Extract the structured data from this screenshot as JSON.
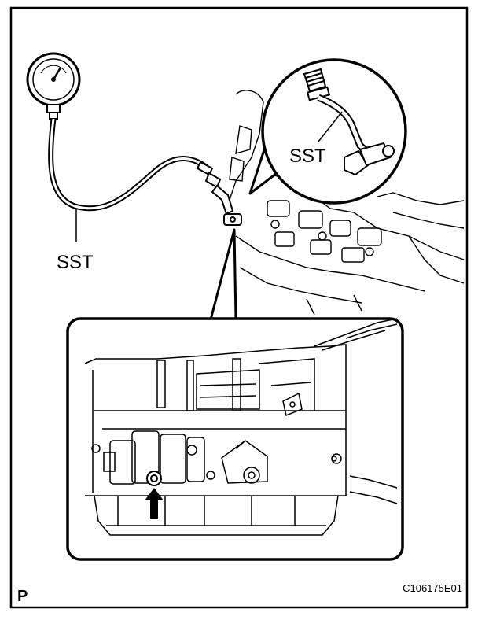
{
  "labels": {
    "sst_left": "SST",
    "sst_inset": "SST",
    "corner_letter": "P",
    "figure_code": "C106175E01"
  },
  "icons": {
    "gauge": "pressure-gauge-icon",
    "fitting": "sst-fitting-icon",
    "arrow": "up-arrow-icon"
  },
  "colors": {
    "line": "#000000",
    "background": "#ffffff"
  }
}
